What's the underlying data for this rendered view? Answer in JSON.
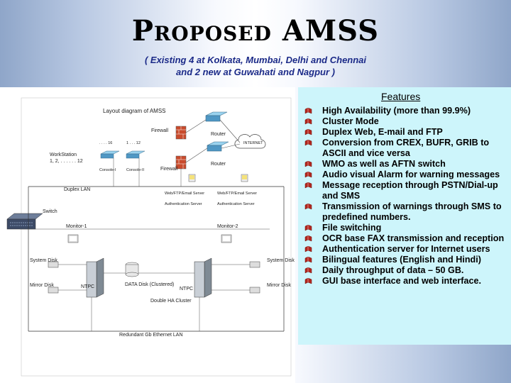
{
  "slide": {
    "title": "Proposed AMSS",
    "subtitle_line1": "( Existing 4 at Kolkata, Mumbai, Delhi and Chennai",
    "subtitle_line2": "and 2 new at Guwahati and Nagpur )"
  },
  "diagram": {
    "title": "Layout diagram of AMSS",
    "labels": {
      "firewall": "Firewall",
      "firewall2": "Firewall",
      "router": "Router",
      "router2": "Router",
      "internet": "INTERNET",
      "workstation": "WorkStation",
      "ws_range": "1, 2, . . . . . . 12",
      "ws_left_top": ". . . . 16",
      "ws_right_top": "1 . . . 12",
      "console": "Console-I",
      "console2": "Console-II",
      "duplex_lan": "Duplex LAN",
      "switch": "Switch",
      "webftp1": "Web/FTP/Email Server",
      "webftp2": "Web/FTP/Email Server",
      "auth1": "Authentication Server",
      "auth2": "Authentication Server",
      "monitor1": "Monitor-1",
      "monitor2": "Monitor-2",
      "system_disk_l": "System Disk",
      "mirror_disk_l": "Mirror Disk",
      "system_disk_r": "System Disk",
      "mirror_disk_r": "Mirror Disk",
      "ntpc1": "NTPC",
      "ntpc2": "NTPC",
      "data_disk": "DATA Disk (Clustered)",
      "ha_cluster": "Double HA Cluster",
      "ha_lan": "Redundant Gb Ethernet LAN"
    }
  },
  "features": {
    "heading": "Features",
    "items": [
      "High Availability (more than 99.9%)",
      "Cluster Mode",
      "Duplex Web, E-mail and FTP",
      "Conversion from CREX, BUFR, GRIB to ASCII and vice versa",
      "WMO as well as AFTN switch",
      "Audio visual Alarm for warning messages",
      "Message reception through PSTN/Dial-up and SMS",
      "Transmission of warnings through SMS to predefined numbers.",
      "File switching",
      "OCR base FAX transmission and reception",
      "Authentication server for Internet users",
      "Bilingual features (English and Hindi)",
      "Daily throughput of data – 50 GB.",
      "GUI base interface and web interface."
    ]
  },
  "colors": {
    "subtitle": "#1b2a88",
    "features_bg": "#cdf5fb",
    "bullet": "#b3261e"
  }
}
